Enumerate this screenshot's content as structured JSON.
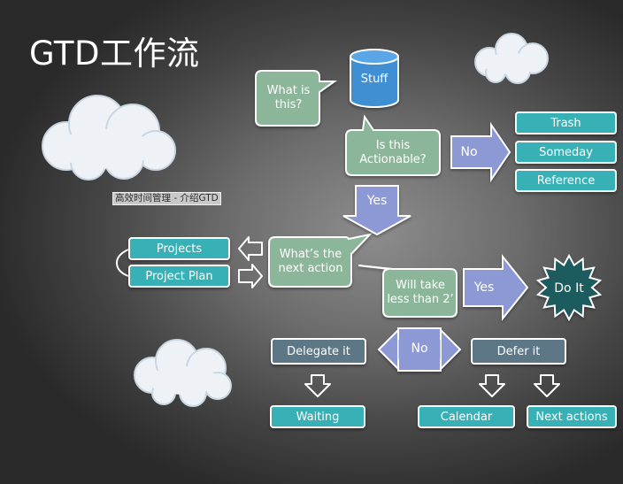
{
  "title": "GTD工作流",
  "caption": "高效时间管理 - 介绍GTD",
  "nodes": {
    "stuff": "Stuff",
    "what_is_this": "What is this?",
    "is_actionable": "Is this Actionable?",
    "no_top": "No",
    "trash": "Trash",
    "someday": "Someday",
    "reference": "Reference",
    "yes_down": "Yes",
    "whats_next": "What’s the next action",
    "projects": "Projects",
    "project_plan": "Project Plan",
    "will_take": "Will take less than 2’",
    "yes_right": "Yes",
    "do_it": "Do It",
    "delegate": "Delegate it",
    "no_mid": "No",
    "defer": "Defer it",
    "waiting": "Waiting",
    "calendar": "Calendar",
    "next_actions": "Next actions"
  },
  "colors": {
    "teal": "#37b0b6",
    "green_bubble": "#8cb69a",
    "slate": "#5d7787",
    "lavender": "#8d99d4",
    "cylinder": "#3f8fd3",
    "burst": "#1f5c5e"
  }
}
